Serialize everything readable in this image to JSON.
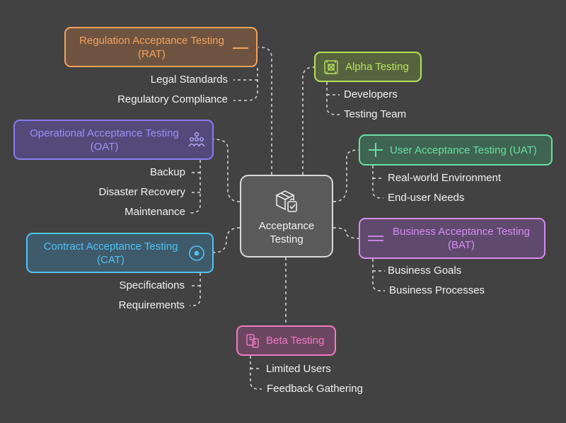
{
  "center": {
    "label_line1": "Acceptance",
    "label_line2": "Testing",
    "icon": "box-check-icon"
  },
  "branches": {
    "rat": {
      "label_line1": "Regulation Acceptance Testing",
      "label_line2": "(RAT)",
      "color": "#f5a25d",
      "icon": "line-icon",
      "items": [
        "Legal Standards",
        "Regulatory Compliance"
      ]
    },
    "oat": {
      "label_line1": "Operational Acceptance Testing",
      "label_line2": "(OAT)",
      "color": "#8b7cf0",
      "icon": "people-icon",
      "items": [
        "Backup",
        "Disaster Recovery",
        "Maintenance"
      ]
    },
    "cat": {
      "label_line1": "Contract Acceptance Testing",
      "label_line2": "(CAT)",
      "color": "#4fc3f7",
      "icon": "target-icon",
      "items": [
        "Specifications",
        "Requirements"
      ]
    },
    "alpha": {
      "label": "Alpha Testing",
      "color": "#b5e35a",
      "icon": "circuit-icon",
      "items": [
        "Developers",
        "Testing Team"
      ]
    },
    "uat": {
      "label": "User Acceptance Testing (UAT)",
      "color": "#66e0a3",
      "icon": "plus-icon",
      "items": [
        "Real-world Environment",
        "End-user Needs"
      ]
    },
    "bat": {
      "label_line1": "Business Acceptance Testing",
      "label_line2": "(BAT)",
      "color": "#d58cf0",
      "icon": "equals-icon",
      "items": [
        "Business Goals",
        "Business Processes"
      ]
    },
    "beta": {
      "label": "Beta Testing",
      "color": "#f07ac4",
      "icon": "devices-icon",
      "items": [
        "Limited Users",
        "Feedback Gathering"
      ]
    }
  }
}
